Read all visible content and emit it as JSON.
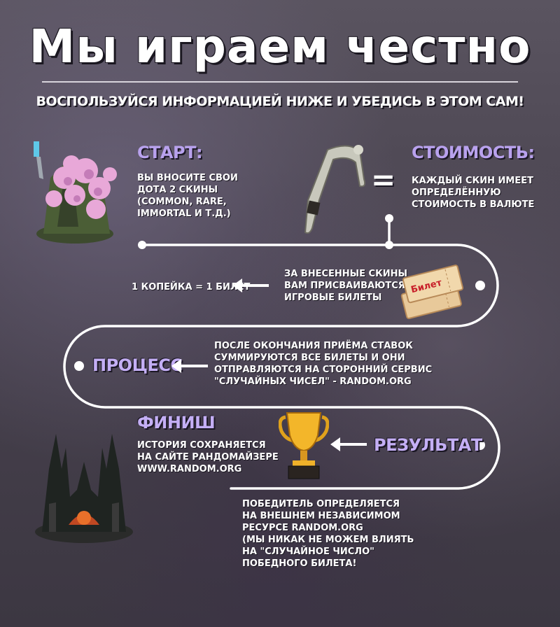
{
  "title": "Мы играем честно",
  "subtitle": "Воспользуйся информацией ниже и убедись в этом сам!",
  "start": {
    "heading": "Старт:",
    "lines": [
      "Вы вносите свои",
      "Дота 2 скины",
      "(Common, Rare,",
      "Immortal и т.д.)"
    ]
  },
  "cost": {
    "heading": "Стоимость:",
    "lines": [
      "Каждый скин имеет",
      "определённую",
      "стоимость в валюте"
    ]
  },
  "equals": "=",
  "tickets": {
    "rate": "1 копейка = 1 билет",
    "lines": [
      "За внесенные скины",
      "вам присваиваются",
      "игровые билеты"
    ],
    "ticket_label": "Билет"
  },
  "process": {
    "heading": "Процесс",
    "lines": [
      "После окончания приёма ставок",
      "суммируются все билеты и они",
      "отправляются на сторонний сервис",
      "\"случайных чисел\" - random.org"
    ]
  },
  "finish": {
    "heading": "Финиш",
    "lines": [
      "История сохраняется",
      "на сайте рандомайзере",
      "www.random.org"
    ]
  },
  "result": {
    "heading": "Результат"
  },
  "winner": {
    "lines": [
      "Победитель определяется",
      "на внешнем независимом",
      "ресурсе random.org",
      "(мы никак не можем влиять",
      "на \"случайное число\"",
      "победного билета!"
    ]
  },
  "colors": {
    "accent": "#b9a2ee",
    "path": "#ffffff",
    "background": "#4a4550"
  },
  "icons": [
    "tree-courier-icon",
    "bone-hook-icon",
    "ticket-icon",
    "trophy-icon",
    "dark-tower-icon",
    "arrow-left-icon"
  ]
}
